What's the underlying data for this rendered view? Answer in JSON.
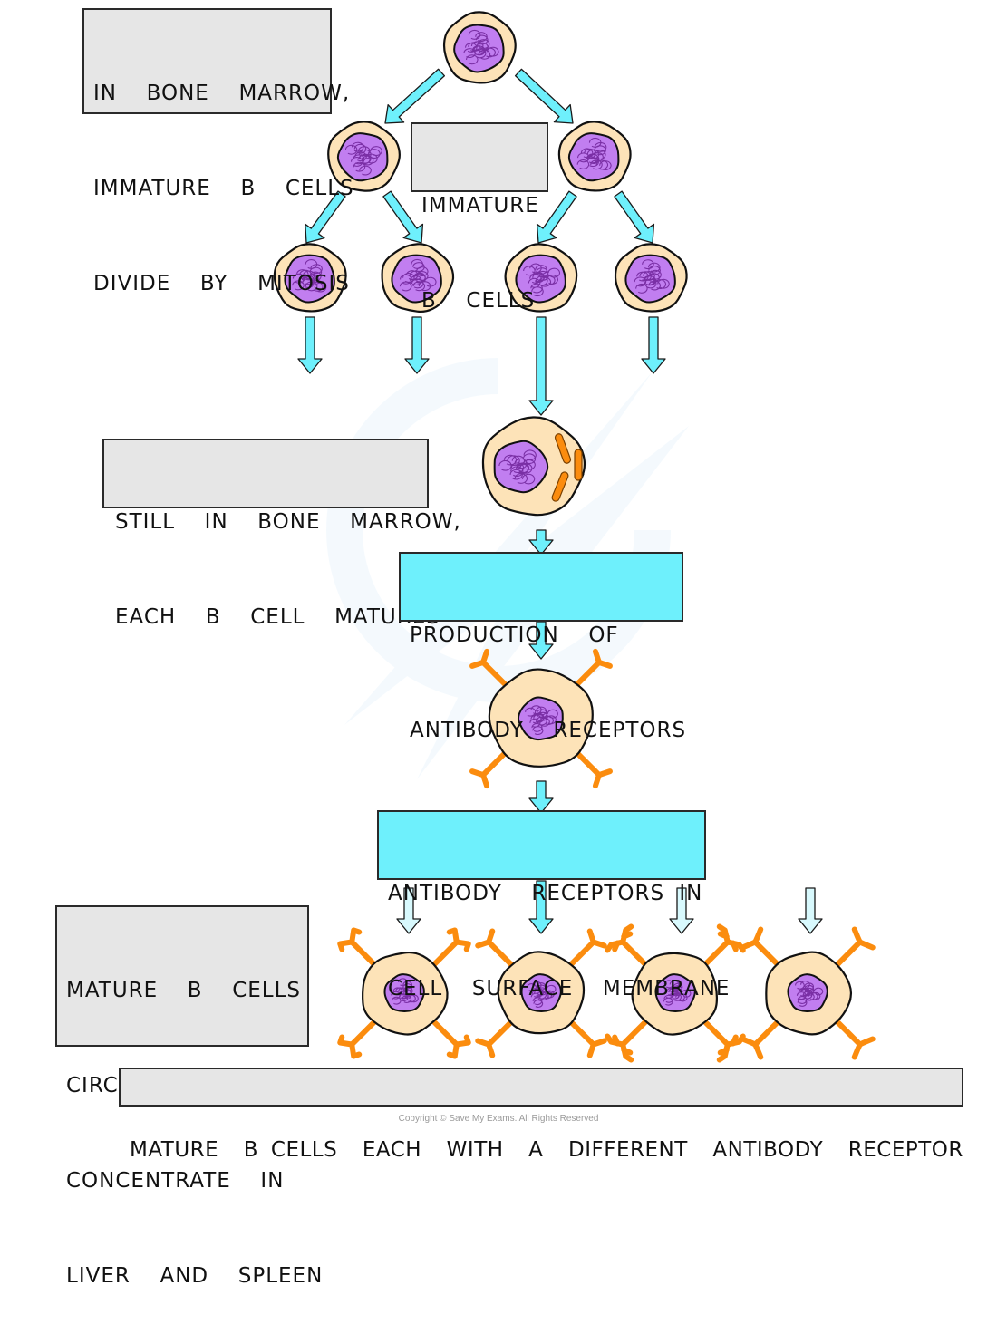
{
  "diagram": {
    "title": "Maturation of B cells in bone marrow",
    "colors": {
      "cytoplasm": "#fde3b8",
      "nucleus": "#c17ef0",
      "chromatin": "#7a2fa5",
      "outline": "#111111",
      "arrow_cyan": "#6ef0fc",
      "arrow_pale": "#d8f9fd",
      "receptor_orange": "#fb8c0e",
      "label_grey": "#e6e6e6",
      "label_cyan": "#6ef0fc"
    },
    "labels": {
      "divide_by_mitosis": [
        "IN  BONE  MARROW,",
        "IMMATURE  B  CELLS",
        "DIVIDE  BY  MITOSIS"
      ],
      "immature_b_cells": [
        "IMMATURE",
        "B  CELLS"
      ],
      "still_in_marrow": [
        "STILL  IN  BONE  MARROW,",
        "EACH  B  CELL  MATURES"
      ],
      "production_of_receptors": [
        "PRODUCTION  OF",
        "ANTIBODY  RECEPTORS"
      ],
      "receptors_in_membrane": [
        "ANTIBODY  RECEPTORS IN",
        "CELL  SURFACE  MEMBRANE"
      ],
      "circulate": [
        "MATURE  B  CELLS",
        "CIRCULATE  AND",
        "CONCENTRATE  IN",
        "LIVER  AND  SPLEEN"
      ],
      "different_receptor": [
        "MATURE  B CELLS  EACH  WITH  A  DIFFERENT  ANTIBODY  RECEPTOR"
      ]
    },
    "stages": [
      {
        "name": "parent-immature-b-cell",
        "count": 1
      },
      {
        "name": "first-division-immature-b-cells",
        "count": 2
      },
      {
        "name": "second-division-immature-b-cells",
        "count": 4
      },
      {
        "name": "maturing-b-cell",
        "count": 1,
        "organelles": 3
      },
      {
        "name": "b-cell-with-receptors",
        "count": 1,
        "receptors": 4
      },
      {
        "name": "mature-b-cells-different-receptors",
        "count": 4,
        "receptors_each": 4,
        "receptor_types": [
          "hooked",
          "forked",
          "double-hooked",
          "curved"
        ]
      }
    ],
    "copyright": "Copyright © Save My Exams. All Rights Reserved"
  }
}
